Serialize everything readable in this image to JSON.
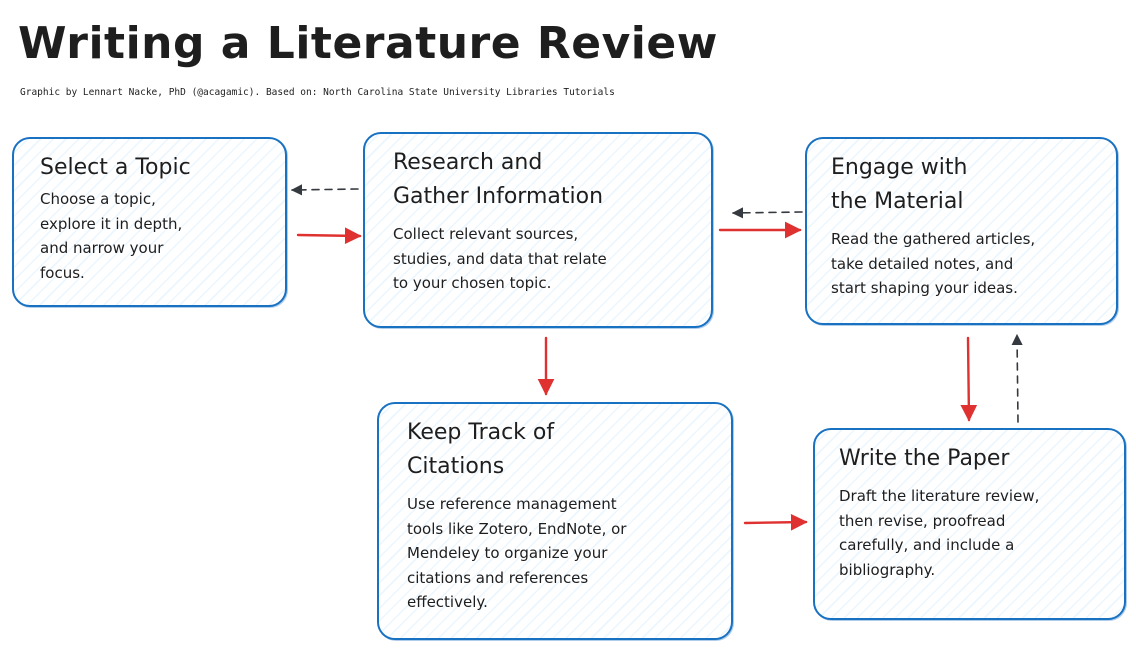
{
  "title": "Writing a Literature Review",
  "subtitle": "Graphic by Lennart Nacke, PhD (@acagamic). Based on: North Carolina State University Libraries Tutorials",
  "colors": {
    "box_border": "#1971c2",
    "box_fill_hatch": "#a5d8ff",
    "forward_arrow": "#e03131",
    "back_arrow": "#343a40",
    "text": "#1e1e1e"
  },
  "steps": {
    "select_topic": {
      "title": "Select a Topic",
      "body": "Choose a topic,\nexplore it in depth,\nand narrow your\nfocus."
    },
    "research": {
      "title": "Research and\nGather Information",
      "body": "Collect relevant sources,\nstudies, and data that relate\nto your chosen topic."
    },
    "engage": {
      "title": "Engage with\nthe Material",
      "body": "Read the gathered articles,\ntake detailed notes, and\nstart shaping your ideas."
    },
    "citations": {
      "title": "Keep Track of\nCitations",
      "body": "Use reference management\ntools like Zotero, EndNote, or\nMendeley to organize your\ncitations and references\neffectively."
    },
    "write": {
      "title": "Write the Paper",
      "body": "Draft the literature review,\nthen revise, proofread\ncarefully, and include a\nbibliography."
    }
  }
}
